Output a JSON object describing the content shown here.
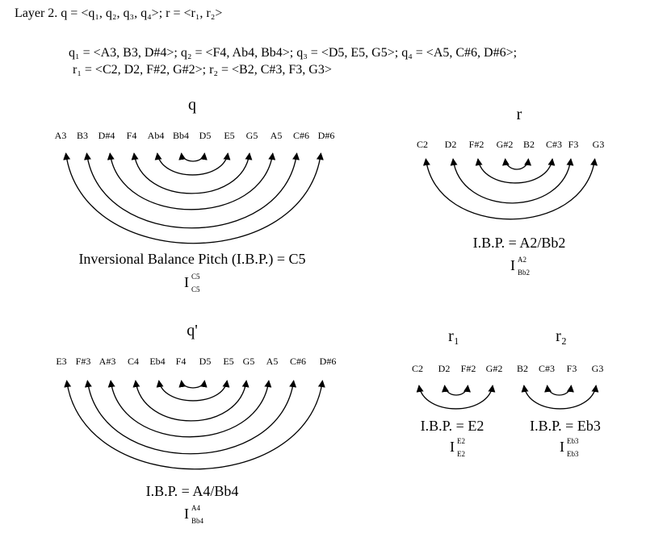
{
  "heading": {
    "title": "Layer 2.  q = <q₁, q₂, q₃, q₄>; r = <r₁, r₂>",
    "line_q": "q₁ = <A3, B3, D#4>; q₂ = <F4, Ab4, Bb4>; q₃ = <D5, E5, G5>; q₄ = <A5, C#6, D#6>;",
    "line_r": "r₁ = <C2, D2, F#2, G#2>; r₂ = <B2, C#3, F3, G3>"
  },
  "diagrams": [
    {
      "id": "q",
      "label": "q",
      "notes": [
        "A3",
        "B3",
        "D#4",
        "F4",
        "Ab4",
        "Bb4",
        "D5",
        "E5",
        "G5",
        "A5",
        "C#6",
        "D#6"
      ],
      "ibp": "Inversional Balance Pitch (I.B.P.) = C5",
      "op_base": "I",
      "op_sup": "C5",
      "op_sub": "C5"
    },
    {
      "id": "r",
      "label": "r",
      "notes": [
        "C2",
        "D2",
        "F#2",
        "G#2",
        "B2",
        "C#3",
        "F3",
        "G3"
      ],
      "ibp": "I.B.P. = A2/Bb2",
      "op_base": "I",
      "op_sup": "A2",
      "op_sub": "Bb2"
    },
    {
      "id": "q-prime",
      "label": "q'",
      "notes": [
        "E3",
        "F#3",
        "A#3",
        "C4",
        "Eb4",
        "F4",
        "D5",
        "E5",
        "G5",
        "A5",
        "C#6",
        "D#6"
      ],
      "ibp": "I.B.P. = A4/Bb4",
      "op_base": "I",
      "op_sup": "A4",
      "op_sub": "Bb4"
    },
    {
      "id": "r1",
      "label": "r₁",
      "notes": [
        "C2",
        "D2",
        "F#2",
        "G#2"
      ],
      "ibp": "I.B.P. = E2",
      "op_base": "I",
      "op_sup": "E2",
      "op_sub": "E2"
    },
    {
      "id": "r2",
      "label": "r₂",
      "notes": [
        "B2",
        "C#3",
        "F3",
        "G3"
      ],
      "ibp": "I.B.P. = Eb3",
      "op_base": "I",
      "op_sup": "Eb3",
      "op_sub": "Eb3"
    }
  ]
}
